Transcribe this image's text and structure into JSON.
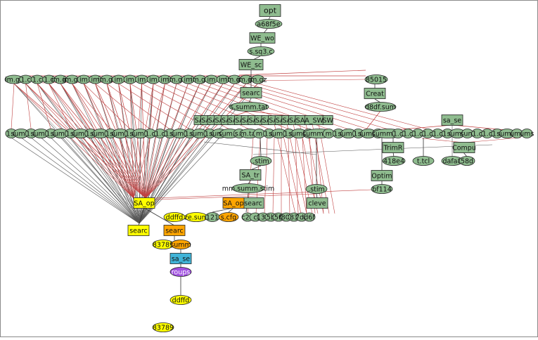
{
  "graph": {
    "colors": {
      "node_green": "#8fbc8f",
      "node_yellow": "#ffff00",
      "node_orange": "#ffa500",
      "node_cyan": "#40b4d8",
      "node_purple": "#a050e0",
      "edge_dark": "#555555",
      "edge_red": "#c04040"
    },
    "chain_top": [
      {
        "id": "opt",
        "label": "opt",
        "shape": "box"
      },
      {
        "id": "a68f5e",
        "label": "a68f5e",
        "shape": "ellipse"
      },
      {
        "id": "we_wo",
        "label": "WE_wo",
        "shape": "box"
      },
      {
        "id": "s_sq3",
        "label": "s.sq3.c",
        "shape": "ellipse"
      },
      {
        "id": "we_sc",
        "label": "WE_sc",
        "shape": "box"
      }
    ],
    "row1_labels": [
      "im.gz",
      "1.c",
      "1.c",
      "1.c",
      "im.gz",
      "im.gz",
      "im",
      "im",
      "im.gz",
      "im",
      "im",
      "im",
      "im",
      "im",
      "im.gz",
      "im",
      "im.gz",
      "im",
      "im",
      "im.gz",
      "im.gz",
      "im.gz"
    ],
    "mid_nodes": [
      {
        "id": "searc1",
        "label": "searc",
        "shape": "box"
      },
      {
        "id": "s_summ_tat",
        "label": "s.summ.tat",
        "shape": "ellipse"
      },
      {
        "id": "n85015",
        "label": "85015",
        "shape": "ellipse"
      },
      {
        "id": "creat",
        "label": "Creat",
        "shape": "box"
      },
      {
        "id": "d8df_sum",
        "label": "d8df.sum",
        "shape": "ellipse"
      },
      {
        "id": "sa_se_top",
        "label": "sa_se",
        "shape": "box"
      }
    ],
    "sa_row_labels": [
      "SA",
      "SA",
      "SA",
      "SA",
      "SA",
      "SA",
      "SA",
      "SA",
      "SA",
      "SA",
      "SA",
      "SA",
      "SA",
      "SA",
      "SA",
      "SA",
      "A_SW",
      "SW"
    ],
    "row2_labels": [
      "1.c",
      "summ",
      "1.c",
      "summ",
      "1.c",
      "summ",
      "1.c",
      "summ",
      "1.c",
      "summ",
      "1.c",
      "summ",
      "1.c",
      "summ",
      "1.c",
      "1.c",
      "1.c",
      "summ",
      "1.c",
      "summ",
      "1.c",
      "summ",
      "sum.w",
      "s.c",
      "m.tat",
      "m",
      "1.c",
      "summ",
      "1.c",
      "summ",
      "1.c",
      "summ.tat",
      "m",
      "1.c",
      "summ",
      "1.c",
      "summ",
      "1.c",
      "summ.tat",
      "1.c",
      "1.c",
      "1.c",
      "1.c",
      "1.c",
      "1.c",
      "summ",
      "sum",
      "1.c",
      "1.c",
      "1.c",
      "summ",
      "ums",
      "ums"
    ],
    "low_nodes": [
      {
        "id": "stim1",
        "label": ".stim",
        "shape": "ellipse"
      },
      {
        "id": "sa_tr",
        "label": "SA_tr",
        "shape": "box"
      },
      {
        "id": "mm_summ_stim",
        "label": "mm.summ.stim",
        "shape": "ellipse"
      },
      {
        "id": "stim2",
        "label": ".stim",
        "shape": "ellipse"
      },
      {
        "id": "trimr",
        "label": "TrimR",
        "shape": "box"
      },
      {
        "id": "n418e4",
        "label": "418e4",
        "shape": "ellipse"
      },
      {
        "id": "t_tcl",
        "label": "t.tcl",
        "shape": "ellipse"
      },
      {
        "id": "dafa8",
        "label": "dafa8",
        "shape": "ellipse"
      },
      {
        "id": "n58d",
        "label": "58d",
        "shape": "ellipse"
      },
      {
        "id": "compu",
        "label": "Compu",
        "shape": "box"
      },
      {
        "id": "optim",
        "label": "Optim",
        "shape": "box"
      },
      {
        "id": "bf114",
        "label": "bf114",
        "shape": "ellipse"
      },
      {
        "id": "cleve",
        "label": "cleve",
        "shape": "box"
      },
      {
        "id": "searc_mid",
        "label": "searc",
        "shape": "box"
      }
    ],
    "highlight_nodes": [
      {
        "id": "sa_op1",
        "label": "SA_op",
        "shape": "box",
        "color": "yellow"
      },
      {
        "id": "sa_op2",
        "label": "SA_op",
        "shape": "box",
        "color": "orange"
      },
      {
        "id": "ddffd_1",
        "label": "ddffd",
        "shape": "ellipse",
        "color": "yellow"
      },
      {
        "id": "ze_sum",
        "label": "ze.sum",
        "shape": "ellipse",
        "color": "yellow"
      },
      {
        "id": "n121",
        "label": "121",
        "shape": "ellipse",
        "color": "green"
      },
      {
        "id": "s_cfg",
        "label": "s.cfg",
        "shape": "ellipse",
        "color": "orange"
      },
      {
        "id": "searc_y",
        "label": "searc",
        "shape": "box",
        "color": "yellow"
      },
      {
        "id": "searc_o",
        "label": "searc",
        "shape": "box",
        "color": "orange"
      },
      {
        "id": "n83789_1",
        "label": "83789",
        "shape": "ellipse",
        "color": "yellow"
      },
      {
        "id": "summ_o",
        "label": "summ",
        "shape": "ellipse",
        "color": "orange"
      },
      {
        "id": "sa_se_cyan",
        "label": "sa_se",
        "shape": "box",
        "color": "cyan"
      },
      {
        "id": "roups",
        "label": "roups",
        "shape": "ellipse",
        "color": "purple"
      },
      {
        "id": "ddffd_2",
        "label": "ddffd",
        "shape": "ellipse",
        "color": "yellow"
      },
      {
        "id": "n83789_2",
        "label": "83789",
        "shape": "ellipse",
        "color": "yellow"
      }
    ],
    "row3_labels": [
      "c2d",
      "c",
      "136",
      "5b",
      "56",
      "f803",
      "83",
      "7d6",
      "d6f"
    ]
  }
}
